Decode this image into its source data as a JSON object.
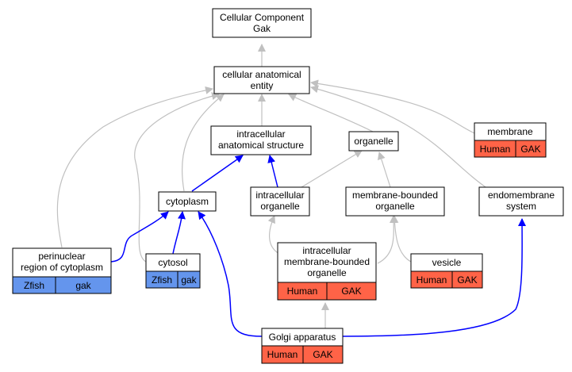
{
  "nodes": {
    "root": {
      "lines": [
        "Cellular Component",
        "Gak"
      ]
    },
    "cae": {
      "lines": [
        "cellular anatomical",
        "entity"
      ]
    },
    "ias": {
      "lines": [
        "intracellular",
        "anatomical structure"
      ]
    },
    "organelle": {
      "lines": [
        "organelle"
      ]
    },
    "membrane": {
      "lines": [
        "membrane"
      ],
      "species": "Human",
      "gene": "GAK"
    },
    "cytoplasm": {
      "lines": [
        "cytoplasm"
      ]
    },
    "io": {
      "lines": [
        "intracellular",
        "organelle"
      ]
    },
    "mbo": {
      "lines": [
        "membrane-bounded",
        "organelle"
      ]
    },
    "endo": {
      "lines": [
        "endomembrane",
        "system"
      ]
    },
    "perinuclear": {
      "lines": [
        "perinuclear",
        "region of cytoplasm"
      ],
      "species": "Zfish",
      "gene": "gak"
    },
    "cytosol": {
      "lines": [
        "cytosol"
      ],
      "species": "Zfish",
      "gene": "gak"
    },
    "imbo": {
      "lines": [
        "intracellular",
        "membrane-bounded",
        "organelle"
      ],
      "species": "Human",
      "gene": "GAK"
    },
    "vesicle": {
      "lines": [
        "vesicle"
      ],
      "species": "Human",
      "gene": "GAK"
    },
    "golgi": {
      "lines": [
        "Golgi apparatus"
      ],
      "species": "Human",
      "gene": "GAK"
    }
  },
  "colors": {
    "human": "#ff6347",
    "zfish": "#6495ed",
    "edge_gray": "#c0c0c0",
    "edge_blue": "#0000ff"
  }
}
